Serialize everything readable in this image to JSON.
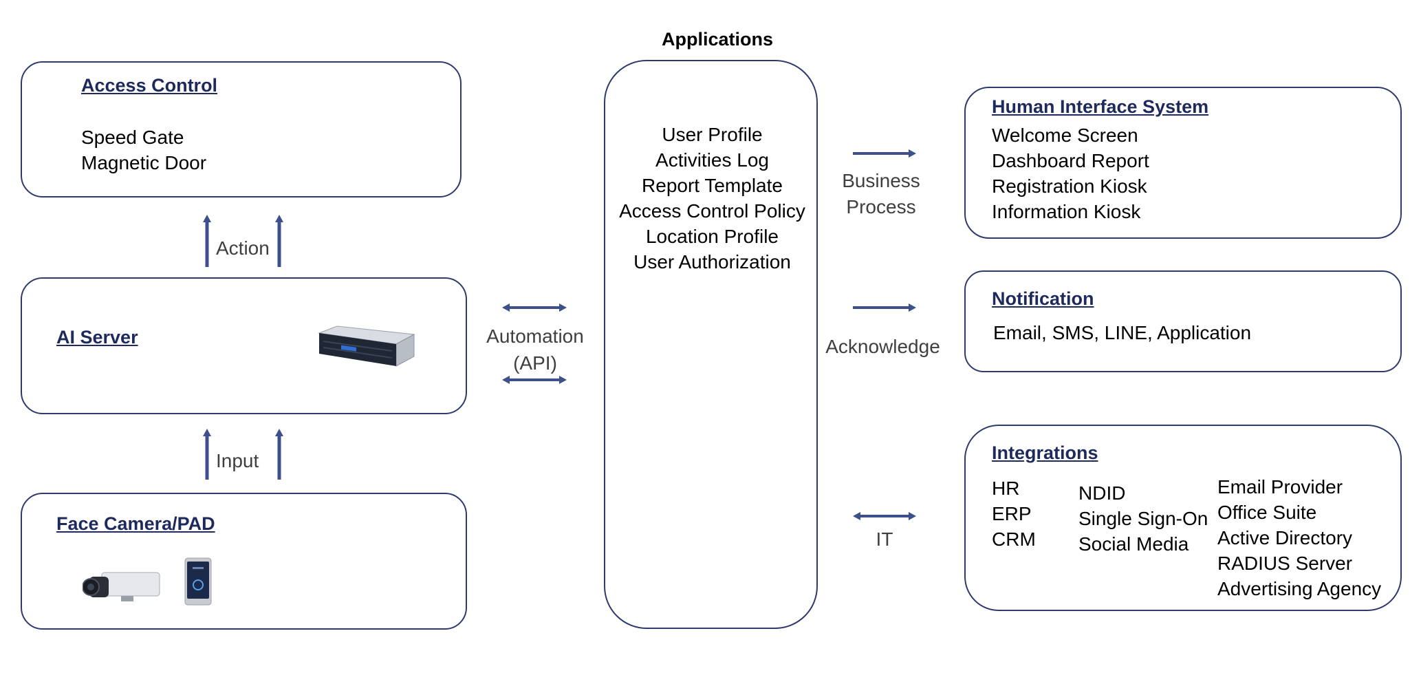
{
  "access_control": {
    "title": "Access Control",
    "items": [
      "Speed Gate",
      "Magnetic Door"
    ]
  },
  "ai_server": {
    "title": "AI Server"
  },
  "face_camera": {
    "title": "Face Camera/PAD"
  },
  "applications": {
    "header": "Applications",
    "items": [
      "User Profile",
      "Activities Log",
      "Report Template",
      "Access Control Policy",
      "Location Profile",
      "User Authorization"
    ]
  },
  "human_interface": {
    "title": "Human Interface System",
    "items": [
      "Welcome Screen",
      "Dashboard Report",
      "Registration Kiosk",
      "Information Kiosk"
    ]
  },
  "notification": {
    "title": "Notification",
    "text": "Email, SMS, LINE, Application"
  },
  "integrations": {
    "title": "Integrations",
    "col1": [
      "HR",
      "ERP",
      "CRM"
    ],
    "col2": [
      "NDID",
      "Single Sign-On",
      "Social Media"
    ],
    "col3": [
      "Email Provider",
      "Office Suite",
      "Active Directory",
      "RADIUS Server",
      "Advertising Agency"
    ]
  },
  "connectors": {
    "action": "Action",
    "input": "Input",
    "automation_line1": "Automation",
    "automation_line2": "(API)",
    "business_line1": "Business",
    "business_line2": "Process",
    "acknowledge": "Acknowledge",
    "it": "IT"
  },
  "colors": {
    "border": "#2e3a6e",
    "arrow": "#3d4f8c",
    "title": "#1f2a5c"
  },
  "icons": [
    "server-rack-icon",
    "cctv-camera-icon",
    "tablet-pad-icon"
  ]
}
